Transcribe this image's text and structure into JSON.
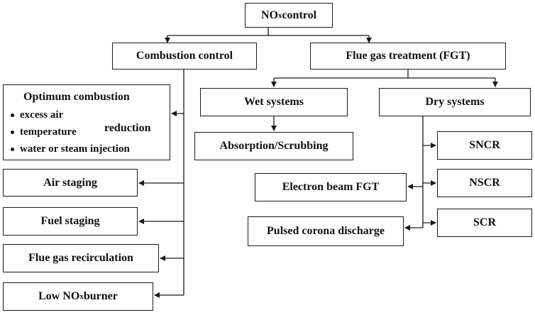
{
  "root": {
    "prefix": "NO",
    "sub": "x",
    "suffix": " control"
  },
  "combustion_control": "Combustion control",
  "flue_gas_treatment": "Flue gas treatment (FGT)",
  "optimum": {
    "title": "Optimum combustion",
    "bullets": [
      "excess air",
      "temperature",
      "water or steam injection"
    ],
    "brace_label": "reduction"
  },
  "combustion_methods": [
    "Air staging",
    "Fuel staging",
    "Flue gas recirculation"
  ],
  "low_nox": {
    "prefix": "Low NO",
    "sub": "x",
    "suffix": " burner"
  },
  "wet_systems": "Wet systems",
  "absorption": "Absorption/Scrubbing",
  "dry_systems": "Dry systems",
  "dry_methods": [
    "SNCR",
    "NSCR",
    "SCR"
  ],
  "electron_beam": "Electron beam FGT",
  "pulsed_corona": "Pulsed corona discharge"
}
